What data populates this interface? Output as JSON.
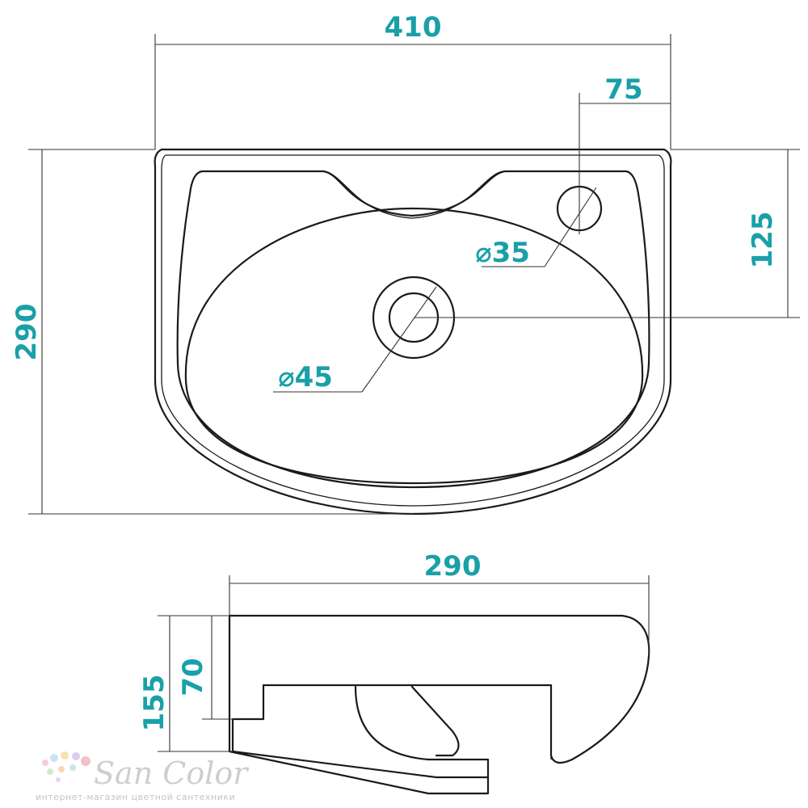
{
  "top_view": {
    "width_label": "410",
    "depth_label": "290",
    "faucet_offset_label": "75",
    "faucet_depth_label": "125",
    "faucet_hole_label": "⌀35",
    "drain_hole_label": "⌀45"
  },
  "side_view": {
    "depth_label": "290",
    "height_label": "155",
    "bowl_height_label": "70"
  },
  "watermark": {
    "brand": "San Color",
    "tagline": "интернет-магазин цветной сантехники"
  },
  "colors": {
    "dimension_text": "#19a0a8",
    "line": "#1a1a1a"
  }
}
